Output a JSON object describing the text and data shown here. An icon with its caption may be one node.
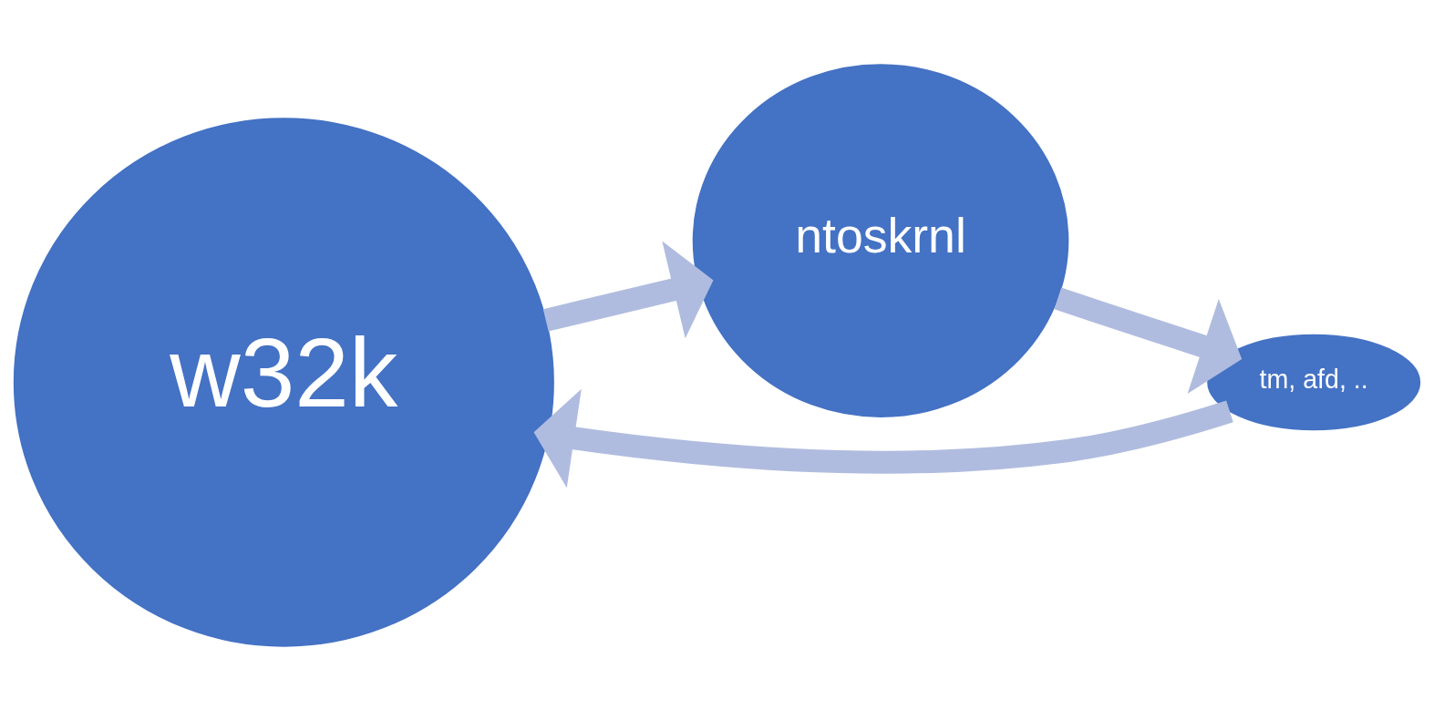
{
  "diagram": {
    "nodes": [
      {
        "text": [
          "w32k"
        ]
      },
      {
        "text": [
          "ntoskrnl"
        ]
      },
      {
        "text": [
          "tm, afd, .."
        ]
      }
    ],
    "edges": [
      {
        "from": 0,
        "to": 1,
        "arrow": "to"
      },
      {
        "from": 1,
        "to": 2,
        "arrow": "to"
      },
      {
        "from": 2,
        "to": 0,
        "arrow": "to"
      }
    ]
  }
}
